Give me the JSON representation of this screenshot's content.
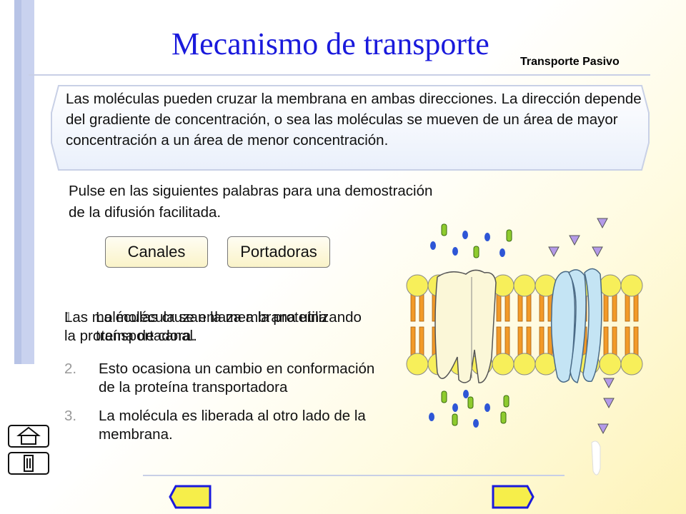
{
  "slide": {
    "title": "Mecanismo de transporte",
    "subtitle": "Transporte Pasivo",
    "intro": "Las moléculas pueden cruzar la membrana en ambas direcciones. La dirección depende del gradiente de concentración, o sea las moléculas se mueven de un área de mayor concentración a un área de menor concentración.",
    "instruction": "Pulse en las siguientes palabras para una demostración de la difusión facilitada."
  },
  "buttons": {
    "canales": "Canales",
    "portadoras": "Portadoras"
  },
  "steps": {
    "overlap_line_a": "Las moléculas cruzan la membrana utilizando la proteína de canal.",
    "overlap_line_b": "La molécula se enlaza a la proteína transportadora.",
    "item1_number": "1.",
    "item2_number": "2.",
    "item2_text": "Esto ocasiona un cambio en conformación de la proteína transportadora",
    "item3_number": "3.",
    "item3_text": "La molécula es liberada al otro lado de la membrana."
  },
  "icons": {
    "home": "home-icon",
    "info": "info-icon",
    "back": "back-arrow-icon",
    "forward": "forward-arrow-icon"
  },
  "colors": {
    "title": "#1a1adc",
    "head": "#f7ef5a",
    "tail": "#f29a28",
    "channel_protein": "#fbf7d8",
    "carrier_protein": "#c4e4f4",
    "molecule_green": "#8ecb2e",
    "molecule_blue": "#2e56d6",
    "molecule_purple": "#b49ae8"
  }
}
